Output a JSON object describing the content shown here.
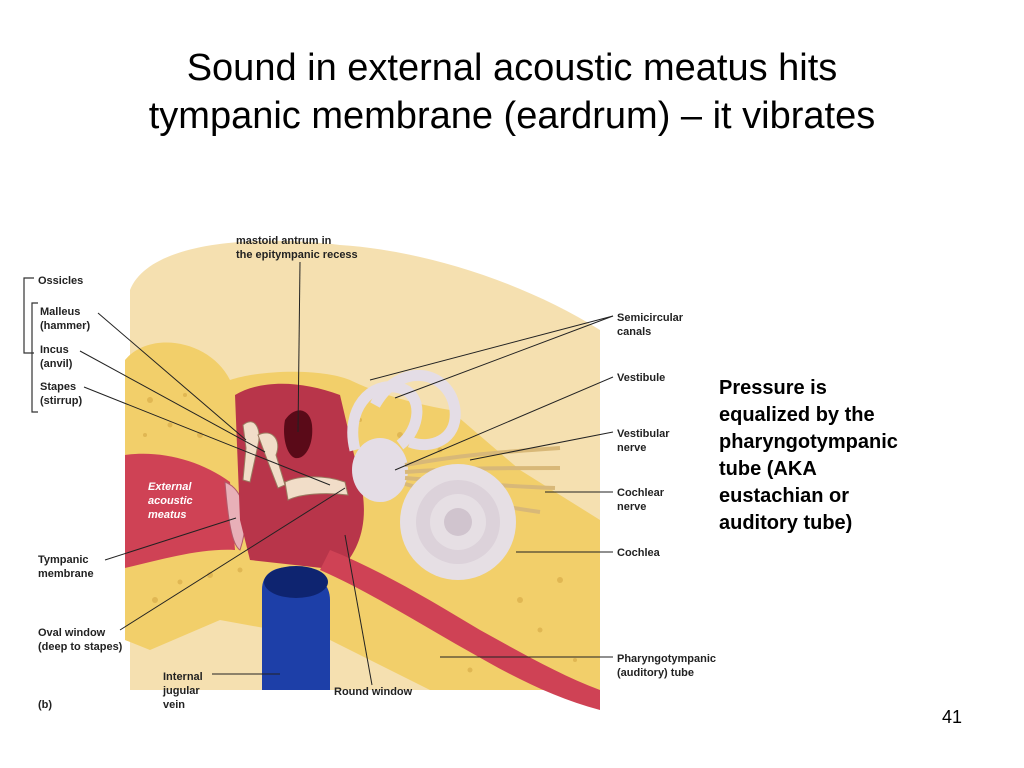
{
  "slide": {
    "title_line1": "Sound in external acoustic meatus hits",
    "title_line2": "tympanic membrane (eardrum) – it vibrates",
    "side_note": "Pressure is\nequalized by the\npharyngotympanic\ntube (AKA\neustachian or\nauditory tube)",
    "page_number": "41"
  },
  "figure": {
    "panel_label": "(b)",
    "labels": {
      "mastoid_1": "mastoid antrum in",
      "mastoid_2": "the epitympanic recess",
      "ossicles": "Ossicles",
      "malleus_1": "Malleus",
      "malleus_2": "(hammer)",
      "incus_1": "Incus",
      "incus_2": "(anvil)",
      "stapes_1": "Stapes",
      "stapes_2": "(stirrup)",
      "external_1": "External",
      "external_2": "acoustic",
      "external_3": "meatus",
      "tympanic_1": "Tympanic",
      "tympanic_2": "membrane",
      "oval_1": "Oval window",
      "oval_2": "(deep to stapes)",
      "jugular_1": "Internal",
      "jugular_2": "jugular",
      "jugular_3": "vein",
      "round_window": "Round window",
      "semicircular_1": "Semicircular",
      "semicircular_2": "canals",
      "vestibule": "Vestibule",
      "vestibular_1": "Vestibular",
      "vestibular_2": "nerve",
      "cochlear_1": "Cochlear",
      "cochlear_2": "nerve",
      "cochlea": "Cochlea",
      "pharyngo_1": "Pharyngotympanic",
      "pharyngo_2": "(auditory) tube"
    },
    "colors": {
      "bone": "#f2cf6a",
      "canal": "#d8485a",
      "vein": "#1d3fa8",
      "labyrinth": "#e4dde6",
      "nerve": "#d8b878"
    }
  }
}
